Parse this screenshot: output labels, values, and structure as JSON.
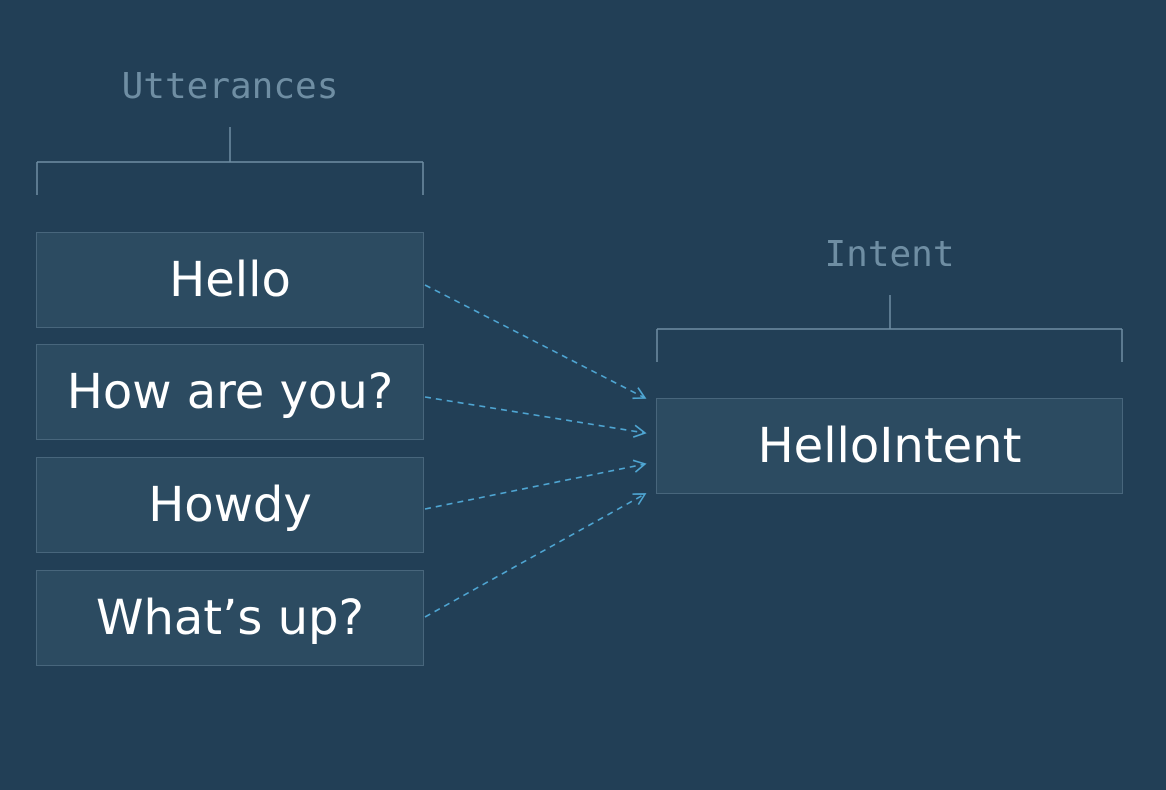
{
  "headings": {
    "utterances": "Utterances",
    "intent": "Intent"
  },
  "utterances": [
    "Hello",
    "How are you?",
    "Howdy",
    "What’s up?"
  ],
  "intent": {
    "label": "HelloIntent"
  },
  "colors": {
    "background": "#223f56",
    "box_fill": "#2c4b61",
    "box_border": "#48667c",
    "bracket": "#6f8ea3",
    "heading_text": "#6f8ea3",
    "arrow": "#4fa6d3",
    "label_text": "#ffffff"
  }
}
